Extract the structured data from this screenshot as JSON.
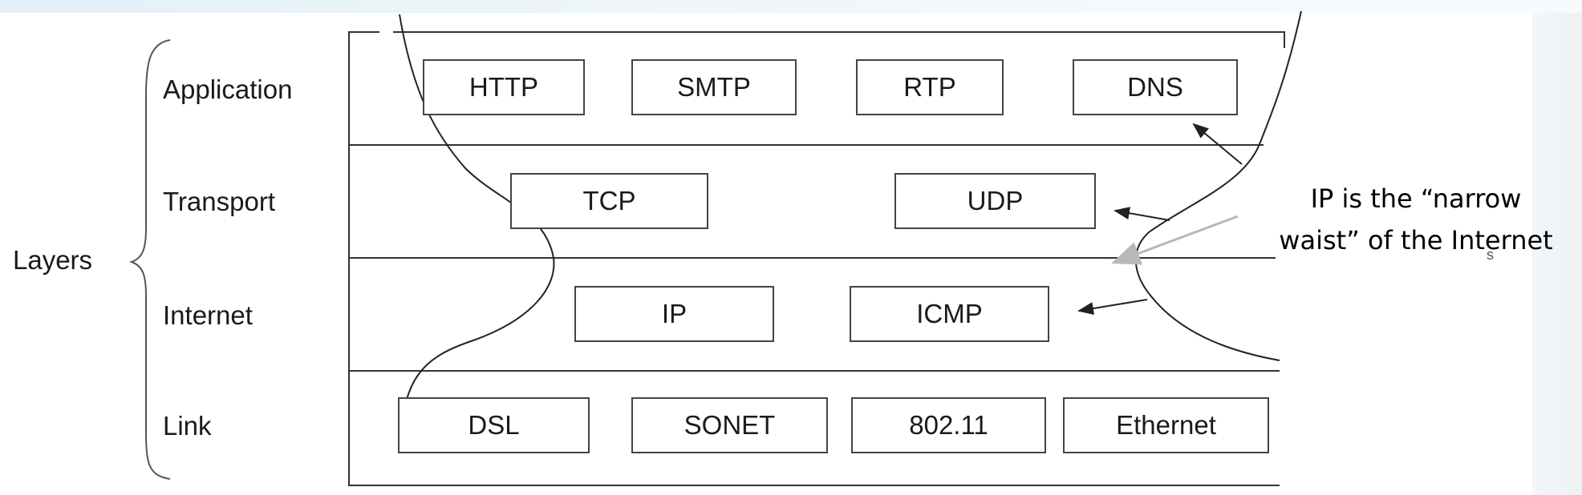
{
  "layers_label": "Layers",
  "layers": [
    {
      "name": "Application",
      "protocols": [
        "HTTP",
        "SMTP",
        "RTP",
        "DNS"
      ]
    },
    {
      "name": "Transport",
      "protocols": [
        "TCP",
        "UDP"
      ]
    },
    {
      "name": "Internet",
      "protocols": [
        "IP",
        "ICMP"
      ]
    },
    {
      "name": "Link",
      "protocols": [
        "DSL",
        "SONET",
        "802.11",
        "Ethernet"
      ]
    }
  ],
  "annotation": {
    "line1": "IP is the “narrow",
    "line2": "waist” of the Internet",
    "stray_glyph": "s"
  }
}
